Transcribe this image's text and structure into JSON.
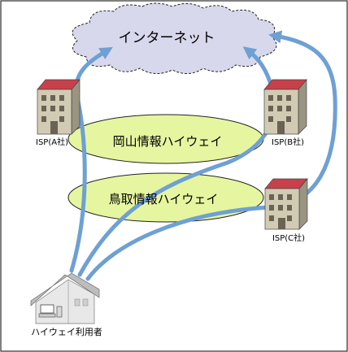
{
  "diagram": {
    "internet_label": "インターネット",
    "okayama_label": "岡山情報ハイウェイ",
    "tottori_label": "鳥取情報ハイウェイ",
    "isp_a_label": "ISP(A社)",
    "isp_b_label": "ISP(B社)",
    "isp_c_label": "ISP(C社)",
    "user_label": "ハイウェイ利用者"
  },
  "colors": {
    "cloud_fill": "#d8d8ec",
    "ellipse_fill": "#e6f5a0",
    "arrow": "#6ea0d4",
    "roof": "#c8404a",
    "building": "#d2cbb4"
  }
}
